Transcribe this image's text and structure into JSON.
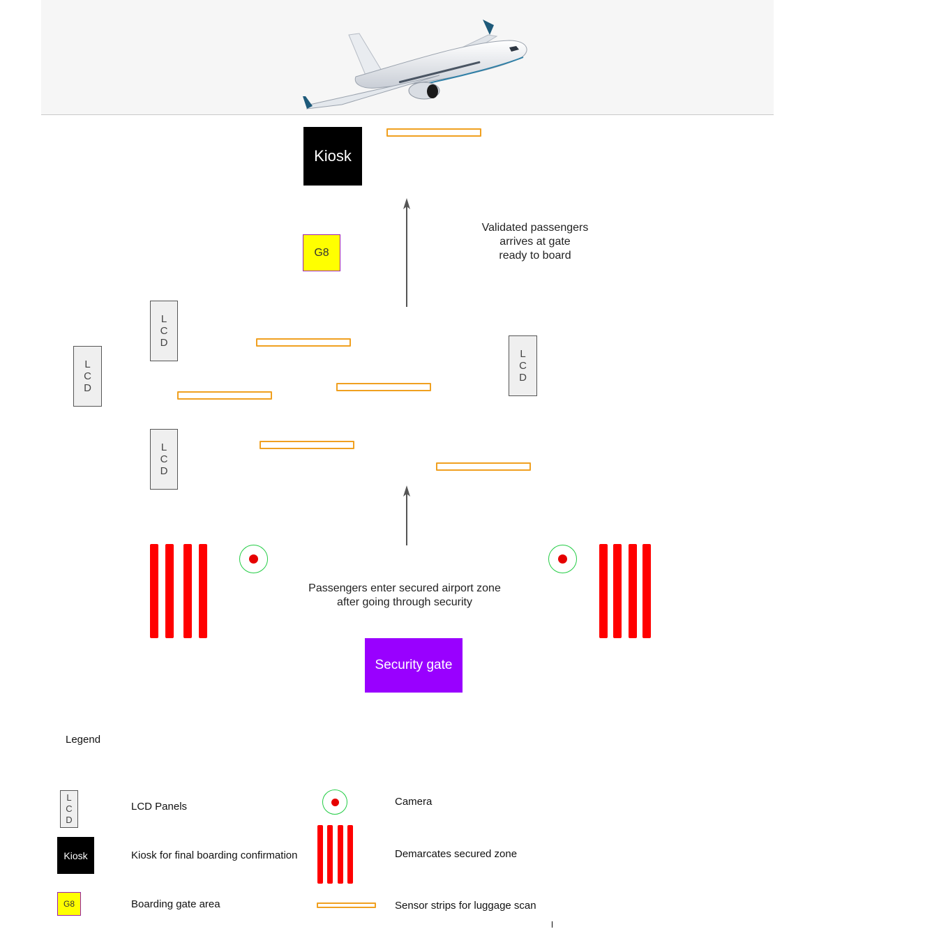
{
  "diagram": {
    "kiosk_label": "Kiosk",
    "gate_label": "G8",
    "lcd_letters": [
      "L",
      "C",
      "D"
    ],
    "security_gate_label": "Security gate",
    "note_gate": "Validated passengers\narrives at gate\nready to board",
    "note_security": "Passengers enter secured airport zone\nafter going through security"
  },
  "legend": {
    "title": "Legend",
    "items": {
      "lcd": "LCD Panels",
      "kiosk": "Kiosk for final boarding confirmation",
      "gate": "Boarding gate area",
      "camera": "Camera",
      "secured_zone": "Demarcates secured zone",
      "sensor_strip": "Sensor strips for luggage scan"
    },
    "kiosk_label": "Kiosk",
    "gate_label": "G8"
  },
  "colors": {
    "security_gate": "#9900ff",
    "gate": "#ffff00",
    "secured_zone": "#ff0000",
    "sensor_strip": "#f0a020",
    "camera_ring": "#22cc44"
  }
}
